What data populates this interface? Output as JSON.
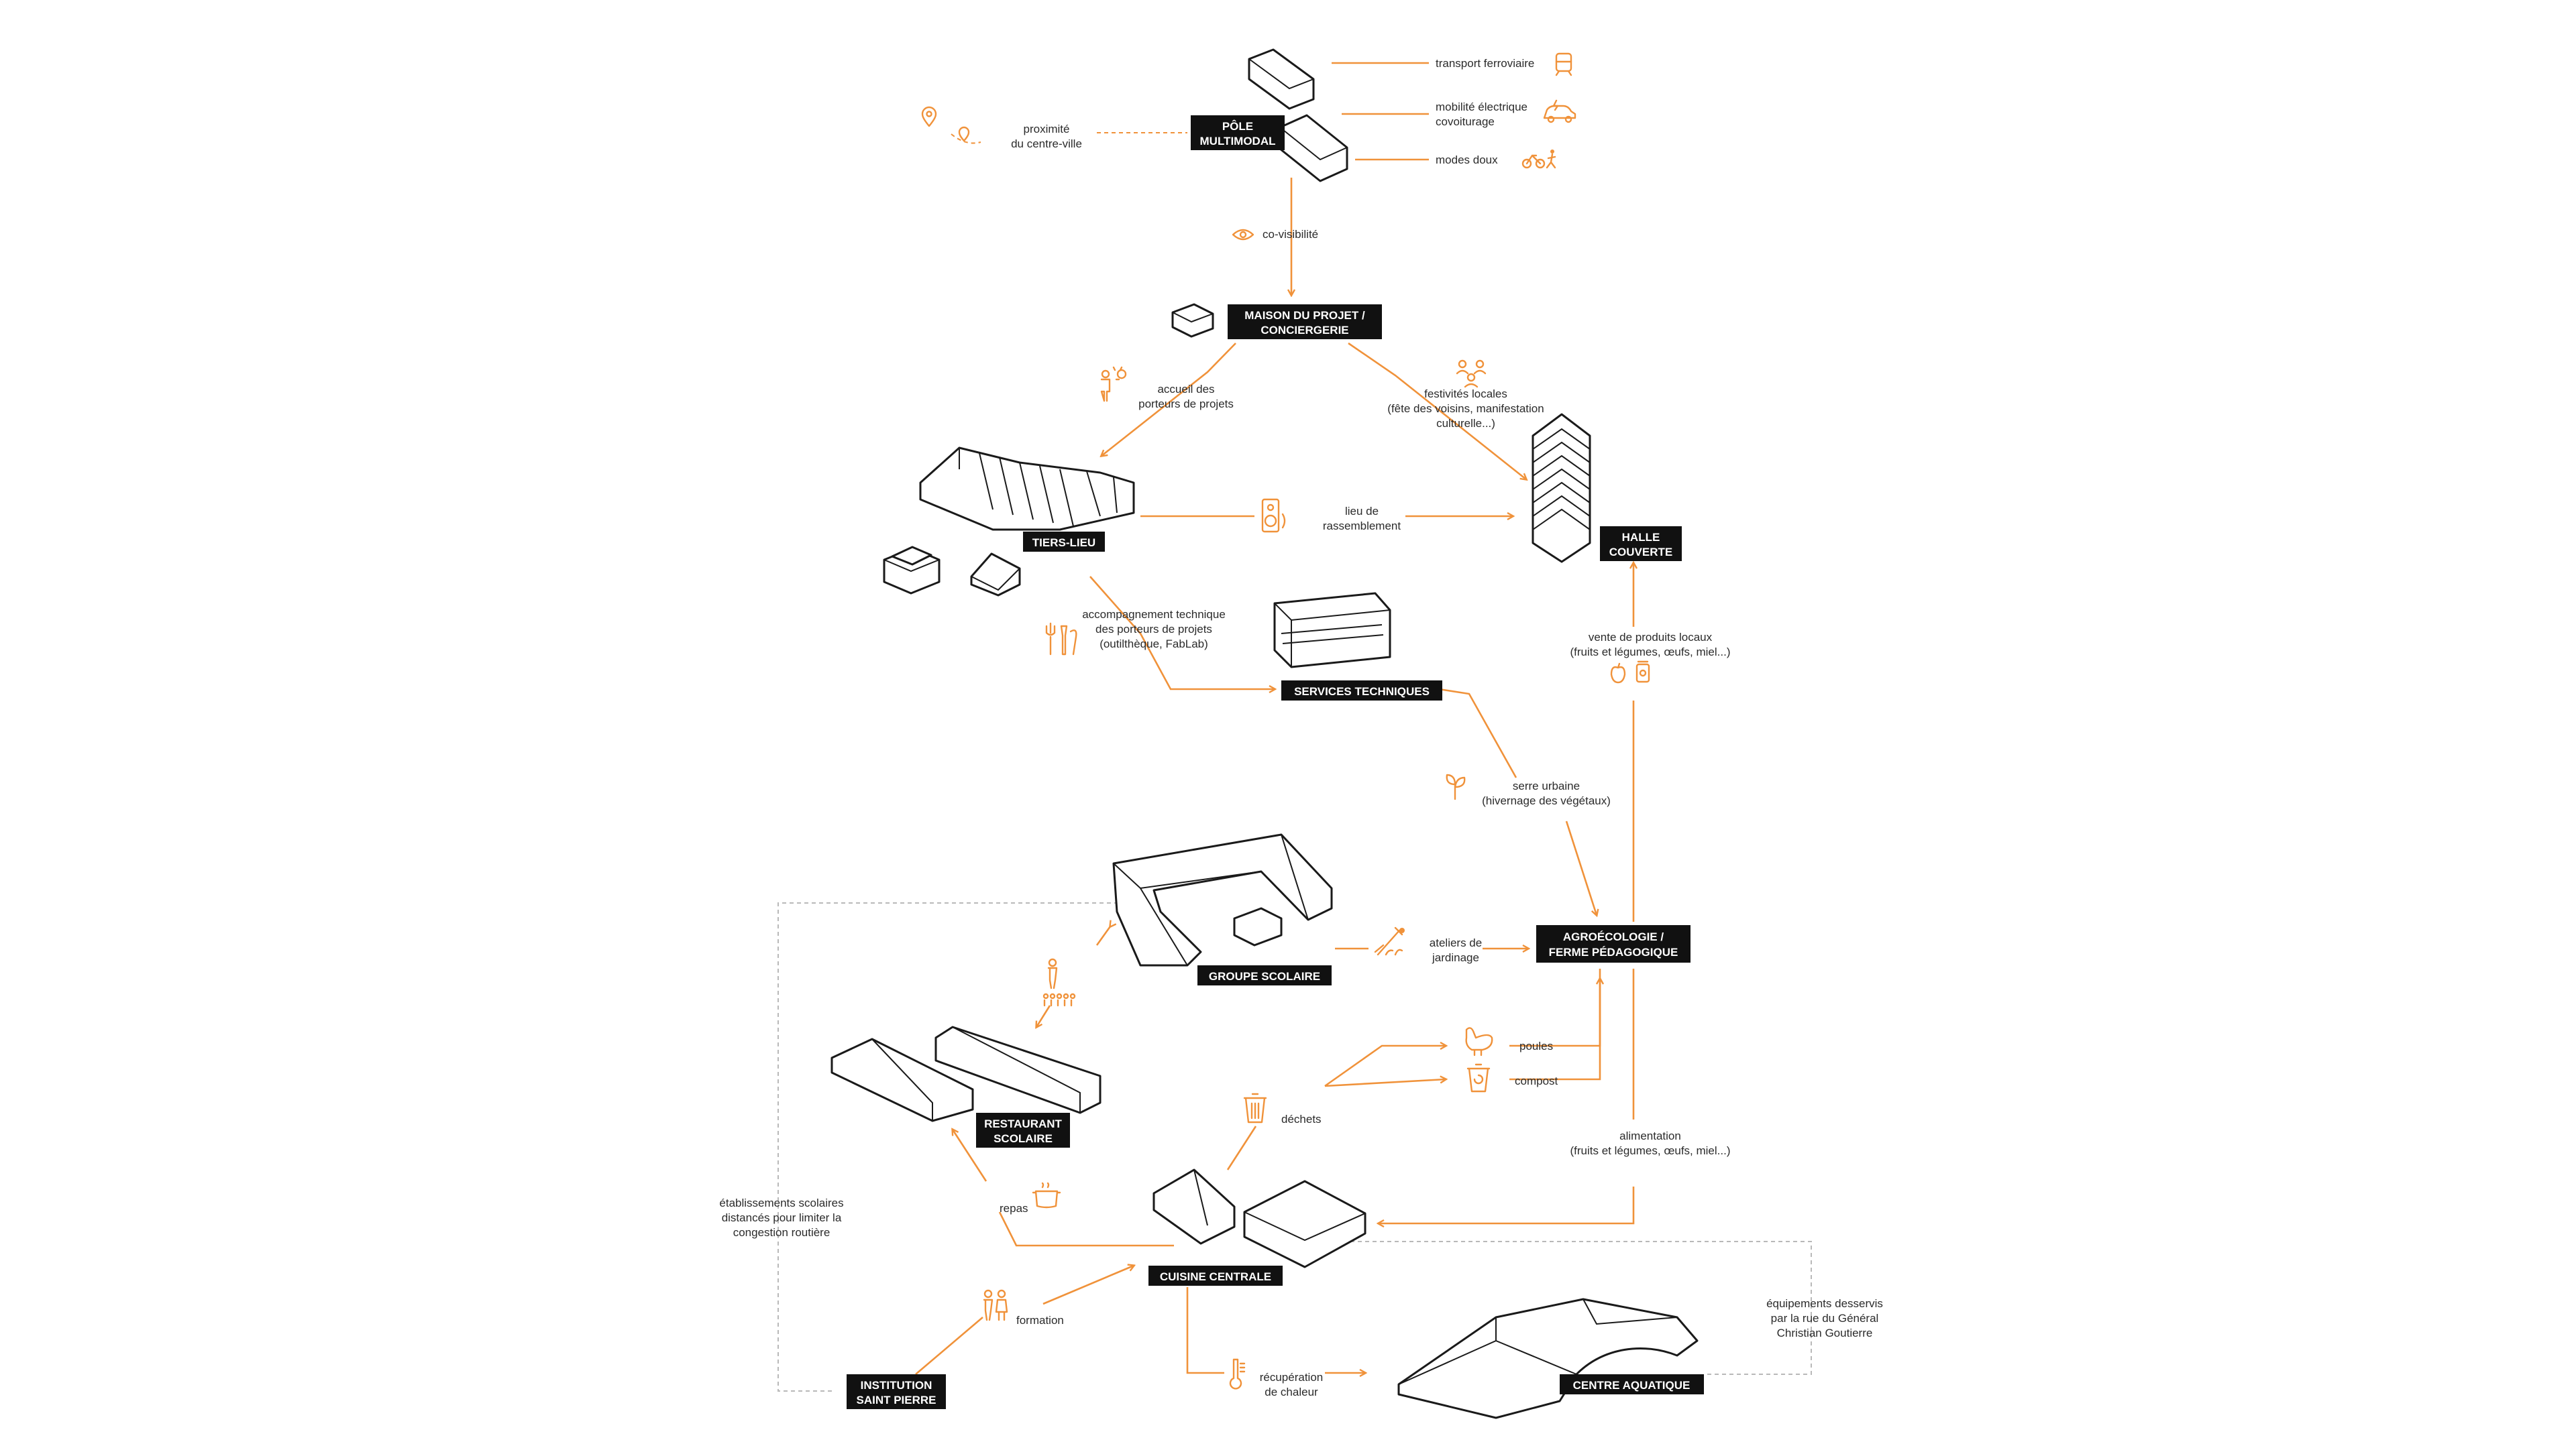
{
  "accent_color": "#f0923a",
  "node_color": "#111111",
  "nodes": {
    "pole": [
      "PÔLE",
      "MULTIMODAL"
    ],
    "maison": [
      "MAISON DU PROJET /",
      "CONCIERGERIE"
    ],
    "tiers": [
      "TIERS-LIEU"
    ],
    "halle": [
      "HALLE",
      "COUVERTE"
    ],
    "services": [
      "SERVICES TECHNIQUES"
    ],
    "agro": [
      "AGROÉCOLOGIE /",
      "FERME PÉDAGOGIQUE"
    ],
    "groupe": [
      "GROUPE SCOLAIRE"
    ],
    "restaurant": [
      "RESTAURANT",
      "SCOLAIRE"
    ],
    "cuisine": [
      "CUISINE CENTRALE"
    ],
    "institution": [
      "INSTITUTION",
      "SAINT PIERRE"
    ],
    "aquatique": [
      "CENTRE AQUATIQUE"
    ]
  },
  "labels": {
    "transport": [
      "transport ferroviaire"
    ],
    "mobilite": [
      "mobilité électrique",
      "covoiturage"
    ],
    "modes": [
      "modes doux"
    ],
    "proximite": [
      "proximité",
      "du centre-ville"
    ],
    "covisibilite": [
      "co-visibilité"
    ],
    "accueil": [
      "accueil des",
      "porteurs de projets"
    ],
    "festivites": [
      "festivités locales",
      "(fête des voisins, manifestation",
      "culturelle...)"
    ],
    "lieu": [
      "lieu de",
      "rassemblement"
    ],
    "accompagnement": [
      "accompagnement technique",
      "des porteurs de projets",
      "(outilthèque, FabLab)"
    ],
    "vente": [
      "vente de produits locaux",
      "(fruits et légumes, œufs, miel...)"
    ],
    "serre": [
      "serre urbaine",
      "(hivernage des végétaux)"
    ],
    "ateliers": [
      "ateliers de",
      "jardinage"
    ],
    "poules": [
      "poules"
    ],
    "compost": [
      "compost"
    ],
    "dechets": [
      "déchets"
    ],
    "alimentation": [
      "alimentation",
      "(fruits et légumes, œufs, miel...)"
    ],
    "repas": [
      "repas"
    ],
    "etablissements": [
      "établissements scolaires",
      "distancés pour limiter la",
      "congestion routière"
    ],
    "formation": [
      "formation"
    ],
    "recuperation": [
      "récupération",
      "de chaleur"
    ],
    "equipements": [
      "équipements desservis",
      "par la rue du Général",
      "Christian Goutierre"
    ]
  },
  "icons": [
    "train-icon",
    "electric-car-icon",
    "bike-walk-icon",
    "location-pin-icon",
    "eye-icon",
    "person-idea-icon",
    "people-group-icon",
    "speaker-icon",
    "tools-icon",
    "apple-icon",
    "jar-icon",
    "sprout-icon",
    "gardening-icon",
    "hen-icon",
    "compost-bin-icon",
    "trash-bin-icon",
    "cooking-pot-icon",
    "family-icon",
    "people-pair-icon",
    "thermometer-icon"
  ]
}
